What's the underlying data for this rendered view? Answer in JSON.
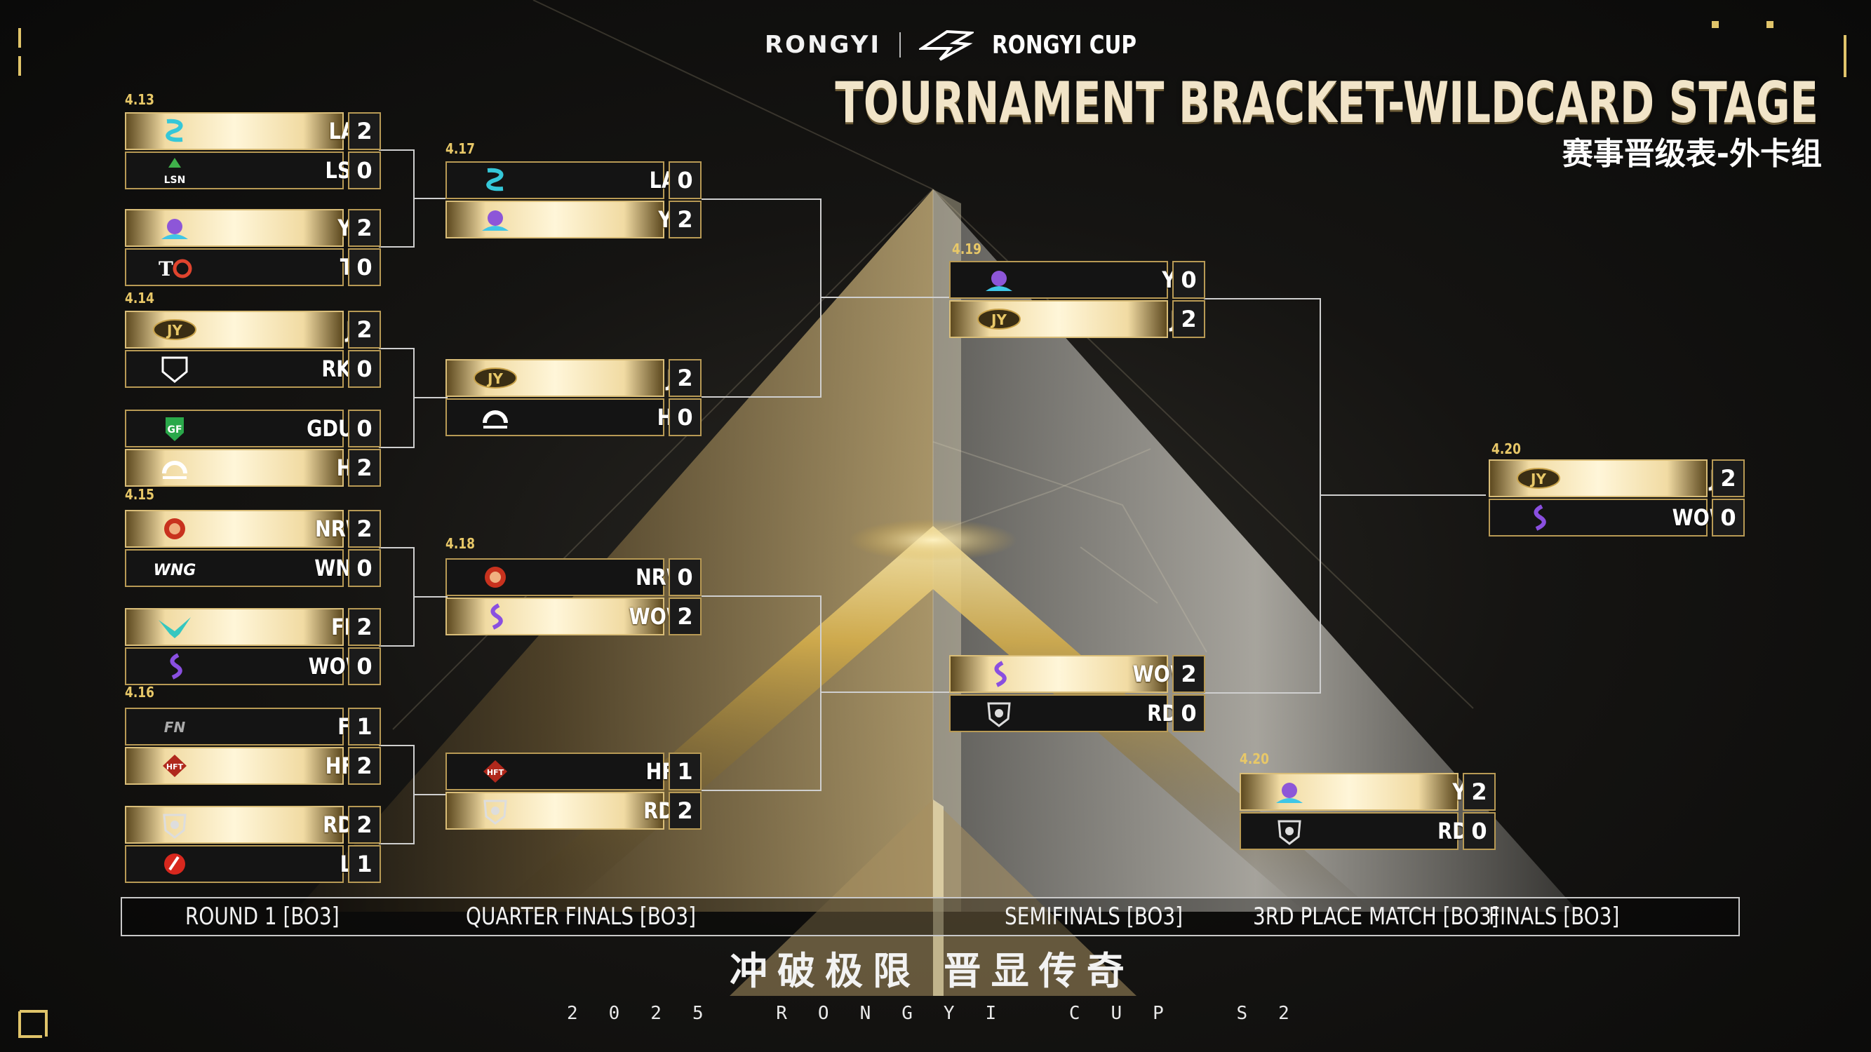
{
  "brand": {
    "left": "RONGYI",
    "right": "RONGYI CUP"
  },
  "title": "TOURNAMENT BRACKET-WILDCARD STAGE",
  "subtitle": "赛事晋级表-外卡组",
  "dates": {
    "d413": "4.13",
    "d414": "4.14",
    "d415": "4.15",
    "d416": "4.16",
    "d417": "4.17",
    "d418": "4.18",
    "d419": "4.19",
    "d420a": "4.20",
    "d420b": "4.20"
  },
  "matches": {
    "r1m1": {
      "t1": {
        "name": "LAT",
        "score": "2"
      },
      "t2": {
        "name": "LSN",
        "score": "0"
      }
    },
    "r1m2": {
      "t1": {
        "name": "YU",
        "score": "2"
      },
      "t2": {
        "name": "TS",
        "score": "0"
      }
    },
    "r1m3": {
      "t1": {
        "name": "JY",
        "score": "2"
      },
      "t2": {
        "name": "RKG",
        "score": "0"
      }
    },
    "r1m4": {
      "t1": {
        "name": "GDUF",
        "score": "0"
      },
      "t2": {
        "name": "HR",
        "score": "2"
      }
    },
    "r1m5": {
      "t1": {
        "name": "NRW",
        "score": "2"
      },
      "t2": {
        "name": "WNG",
        "score": "0"
      }
    },
    "r1m6": {
      "t1": {
        "name": "FLY",
        "score": "2"
      },
      "t2": {
        "name": "WOW",
        "score": "0"
      }
    },
    "r1m7": {
      "t1": {
        "name": "FN",
        "score": "1"
      },
      "t2": {
        "name": "HFT",
        "score": "2"
      }
    },
    "r1m8": {
      "t1": {
        "name": "RDS",
        "score": "2"
      },
      "t2": {
        "name": "LK",
        "score": "1"
      }
    },
    "qf1": {
      "t1": {
        "name": "LAT",
        "score": "0"
      },
      "t2": {
        "name": "YU",
        "score": "2"
      }
    },
    "qf2": {
      "t1": {
        "name": "JY",
        "score": "2"
      },
      "t2": {
        "name": "HR",
        "score": "0"
      }
    },
    "qf3": {
      "t1": {
        "name": "NRW",
        "score": "0"
      },
      "t2": {
        "name": "WOW",
        "score": "2"
      }
    },
    "qf4": {
      "t1": {
        "name": "HFT",
        "score": "1"
      },
      "t2": {
        "name": "RDS",
        "score": "2"
      }
    },
    "sf1": {
      "t1": {
        "name": "YU",
        "score": "0"
      },
      "t2": {
        "name": "JY",
        "score": "2"
      }
    },
    "sf2": {
      "t1": {
        "name": "WOW",
        "score": "2"
      },
      "t2": {
        "name": "RDS",
        "score": "0"
      }
    },
    "third": {
      "t1": {
        "name": "YU",
        "score": "2"
      },
      "t2": {
        "name": "RDS",
        "score": "0"
      }
    },
    "final": {
      "t1": {
        "name": "JY",
        "score": "2"
      },
      "t2": {
        "name": "WOW",
        "score": "0"
      }
    }
  },
  "stages": {
    "round1": "ROUND 1 [BO3]",
    "quarter": "QUARTER FINALS [BO3]",
    "semi": "SEMIFINALS [BO3]",
    "third": "3RD PLACE MATCH [BO3]",
    "finals": "FINALS [BO3]"
  },
  "slogan": "冲破极限  晋显传奇",
  "tagline": "2025 RONGYI CUP S2",
  "colors": {
    "gold": "#d9bd78",
    "accent": "#e8c868",
    "winner_highlight": "#fff6d9",
    "dark": "#141414"
  },
  "team_icons": {
    "LAT": "seahawk-s-icon",
    "LSN": "lsn-tree-icon",
    "YU": "purple-creature-icon",
    "TS": "ts-red-icon",
    "JY": "jy-gold-badge-icon",
    "RKG": "rkg-shield-icon",
    "GDUF": "gf-green-shield-icon",
    "HR": "hr-rainbow-icon",
    "NRW": "red-fist-icon",
    "WNG": "wng-text-icon",
    "FLY": "teal-bird-icon",
    "WOW": "purple-ribbon-icon",
    "FN": "fn-grey-icon",
    "HFT": "hft-red-diamond-icon",
    "RDS": "rds-tiger-icon",
    "LK": "lk-red-circle-icon"
  }
}
